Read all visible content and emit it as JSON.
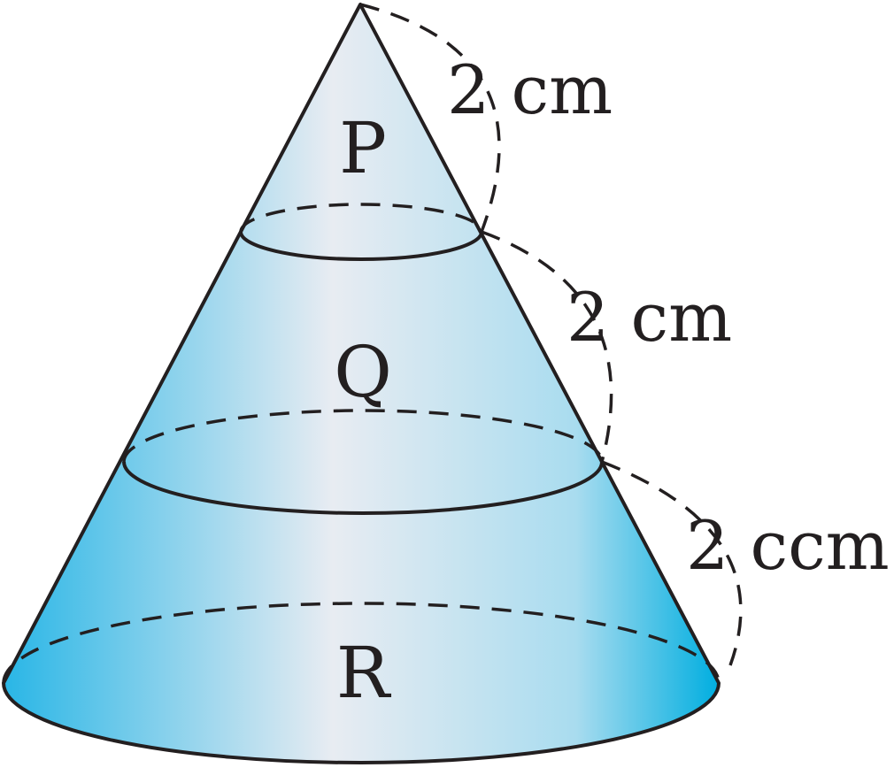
{
  "figure": {
    "parts": [
      {
        "id": "top",
        "label": "P"
      },
      {
        "id": "middle",
        "label": "Q"
      },
      {
        "id": "bottom",
        "label": "R"
      }
    ],
    "dimensions": [
      {
        "segment": "top",
        "label": "2 cm"
      },
      {
        "segment": "middle",
        "label": "2 cm"
      },
      {
        "segment": "bottom",
        "label": "2 ccm"
      }
    ]
  },
  "colors": {
    "fill_edge": "#29b6e6",
    "fill_center": "#e8ecf2",
    "fill_right": "#00aee0",
    "stroke": "#231f20",
    "background": "#ffffff"
  }
}
